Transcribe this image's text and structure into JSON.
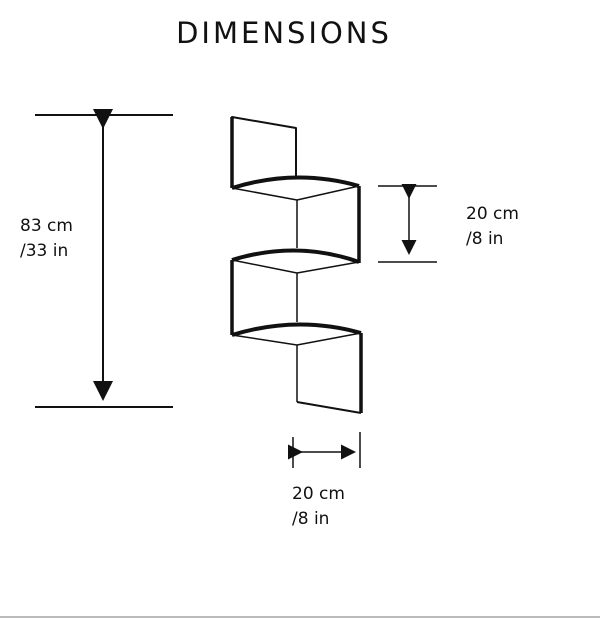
{
  "title": "DIMENSIONS",
  "height_label": {
    "line1": "83 cm",
    "line2": "/33 in"
  },
  "shelf_spacing_label": {
    "line1": "20 cm",
    "line2": "/8 in"
  },
  "width_label": {
    "line1": "20 cm",
    "line2": "/8 in"
  },
  "colors": {
    "line": "#111111",
    "background": "#ffffff"
  }
}
